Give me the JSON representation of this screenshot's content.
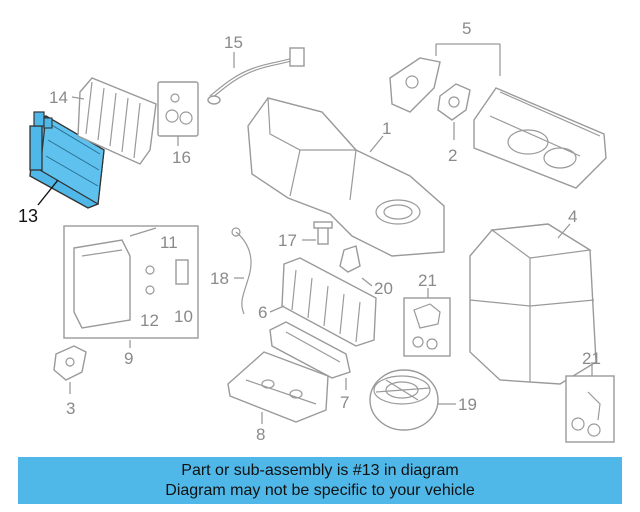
{
  "highlight_color": "#4fb8e8",
  "callouts": {
    "c1": "1",
    "c2": "2",
    "c3": "3",
    "c4": "4",
    "c5": "5",
    "c6": "6",
    "c7": "7",
    "c8": "8",
    "c9": "9",
    "c10": "10",
    "c11": "11",
    "c12": "12",
    "c13": "13",
    "c14": "14",
    "c15": "15",
    "c16": "16",
    "c17": "17",
    "c18": "18",
    "c19": "19",
    "c20": "20",
    "c21a": "21",
    "c21b": "21"
  },
  "banner": {
    "line1": "Part or sub-assembly is #13 in diagram",
    "line2": "Diagram may not be specific to your vehicle"
  }
}
